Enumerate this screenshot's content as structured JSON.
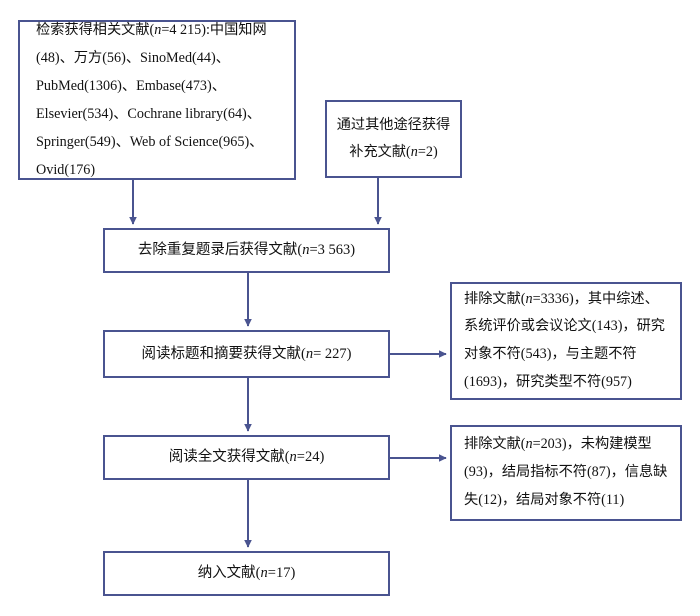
{
  "diagram": {
    "type": "prisma-flow-diagram",
    "title": "",
    "colors": {
      "box_border": "#4a5490",
      "connector": "#4a5490",
      "background": "#ffffff",
      "text": "#111111"
    },
    "nodes": [
      {
        "id": "search",
        "name": "records-identified-through-database-searching",
        "text": "检索获得相关文献(n=4 215):中国知网(48)、万方(56)、SinoMed(44)、PubMed(1306)、Embase(473)、Elsevier(534)、Cochrane library(64)、Springer(549)、Web of Science(965)、Ovid(176)",
        "lines": [
          "检索获得相关文献(n=4 215):中国知网",
          "(48)、万方(56)、SinoMed(44)、PubMe",
          "d(1306)、Embase(473)、Elsevier(534)、",
          "Cochrane  library(64)、Springer(549)、W",
          "eb of Science(965)、Ovid(176)"
        ],
        "total": 4215,
        "sources": [
          {
            "name": "中国知网",
            "count": 48
          },
          {
            "name": "万方",
            "count": 56
          },
          {
            "name": "SinoMed",
            "count": 44
          },
          {
            "name": "PubMed",
            "count": 1306
          },
          {
            "name": "Embase",
            "count": 473
          },
          {
            "name": "Elsevier",
            "count": 534
          },
          {
            "name": "Cochrane library",
            "count": 64
          },
          {
            "name": "Springer",
            "count": 549
          },
          {
            "name": "Web of Science",
            "count": 965
          },
          {
            "name": "Ovid",
            "count": 176
          }
        ]
      },
      {
        "id": "other_sources",
        "name": "records-identified-through-other-sources",
        "text": "通过其他途径获得补充文献(n=2)",
        "lines": [
          "通过其他途径获",
          "得补充文献(n=2)"
        ],
        "total": 2
      },
      {
        "id": "dedup",
        "name": "records-after-duplicates-removed",
        "text": "去除重复题录后获得文献(n=3 563)",
        "total": 3563
      },
      {
        "id": "title_abstract",
        "name": "records-screened-by-title-and-abstract",
        "text": "阅读标题和摘要获得文献(n= 227)",
        "total": 227
      },
      {
        "id": "fulltext",
        "name": "full-text-articles-assessed-for-eligibility",
        "text": "阅读全文获得文献(n=24)",
        "total": 24
      },
      {
        "id": "included",
        "name": "studies-included-in-synthesis",
        "text": "纳入文献(n=17)",
        "total": 17
      },
      {
        "id": "exclude_1",
        "name": "records-excluded-after-title-abstract-screening",
        "text": "排除文献(n=3336)，其中综述、系统评价或会议论文(143)，研究对象不符(543)，与主题不符(1693)，研究类型不符(957)",
        "lines": [
          "排除文献(n=3336)，其中综述、",
          "系统评价或会议论文(143)，研",
          "究对象不符(543)，与主题不符",
          "(1693)，研究类型不符(957)"
        ],
        "total": 3336,
        "reasons": [
          {
            "label": "综述、系统评价或会议论文",
            "count": 143
          },
          {
            "label": "研究对象不符",
            "count": 543
          },
          {
            "label": "与主题不符",
            "count": 1693
          },
          {
            "label": "研究类型不符",
            "count": 957
          }
        ]
      },
      {
        "id": "exclude_2",
        "name": "records-excluded-after-full-text-screening",
        "text": "排除文献(n=203)，未构建模型(93)，结局指标不符(87)，信息缺失(12)，结局对象不符(11)",
        "lines": [
          "排除文献(n=203)，未构建模型",
          "(93)，结局指标不符(87)，信息",
          "缺失(12)，结局对象不符(11)"
        ],
        "total": 203,
        "reasons": [
          {
            "label": "未构建模型",
            "count": 93
          },
          {
            "label": "结局指标不符",
            "count": 87
          },
          {
            "label": "信息缺失",
            "count": 12
          },
          {
            "label": "结局对象不符",
            "count": 11
          }
        ]
      }
    ],
    "edges": [
      {
        "from": "search",
        "to": "dedup",
        "direction": "down"
      },
      {
        "from": "other_sources",
        "to": "dedup",
        "direction": "down"
      },
      {
        "from": "dedup",
        "to": "title_abstract",
        "direction": "down"
      },
      {
        "from": "title_abstract",
        "to": "exclude_1",
        "direction": "right"
      },
      {
        "from": "title_abstract",
        "to": "fulltext",
        "direction": "down"
      },
      {
        "from": "fulltext",
        "to": "exclude_2",
        "direction": "right"
      },
      {
        "from": "fulltext",
        "to": "included",
        "direction": "down"
      }
    ]
  }
}
